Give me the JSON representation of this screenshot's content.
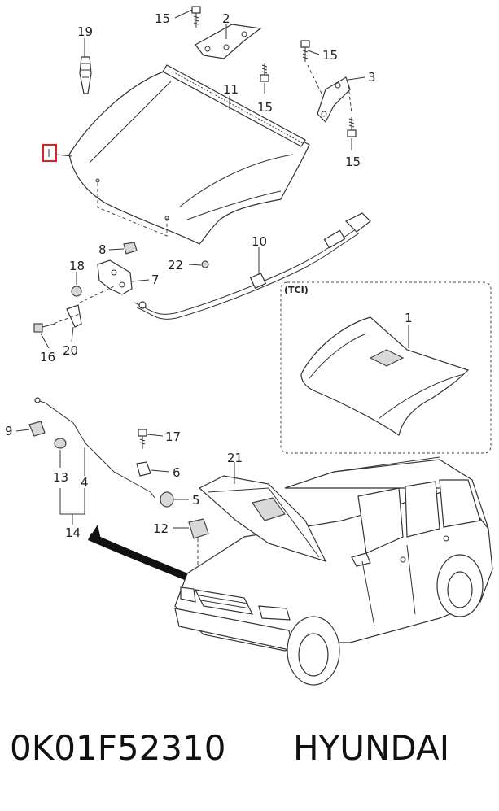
{
  "callouts": {
    "c1": "1",
    "c2": "2",
    "c3": "3",
    "c4": "4",
    "c5": "5",
    "c6": "6",
    "c7": "7",
    "c8": "8",
    "c9": "9",
    "c10": "10",
    "c11": "11",
    "c12": "12",
    "c13": "13",
    "c14": "14",
    "c15a": "15",
    "c15b": "15",
    "c15c": "15",
    "c15d": "15",
    "c16": "16",
    "c17": "17",
    "c18": "18",
    "c19": "19",
    "c20": "20",
    "c21": "21",
    "c22": "22"
  },
  "inset": {
    "label": "(TCI)"
  },
  "footer": {
    "part_number": "0K01F52310",
    "brand": "HYUNDAI"
  },
  "colors": {
    "highlight": "#e02020",
    "line": "#333333"
  }
}
